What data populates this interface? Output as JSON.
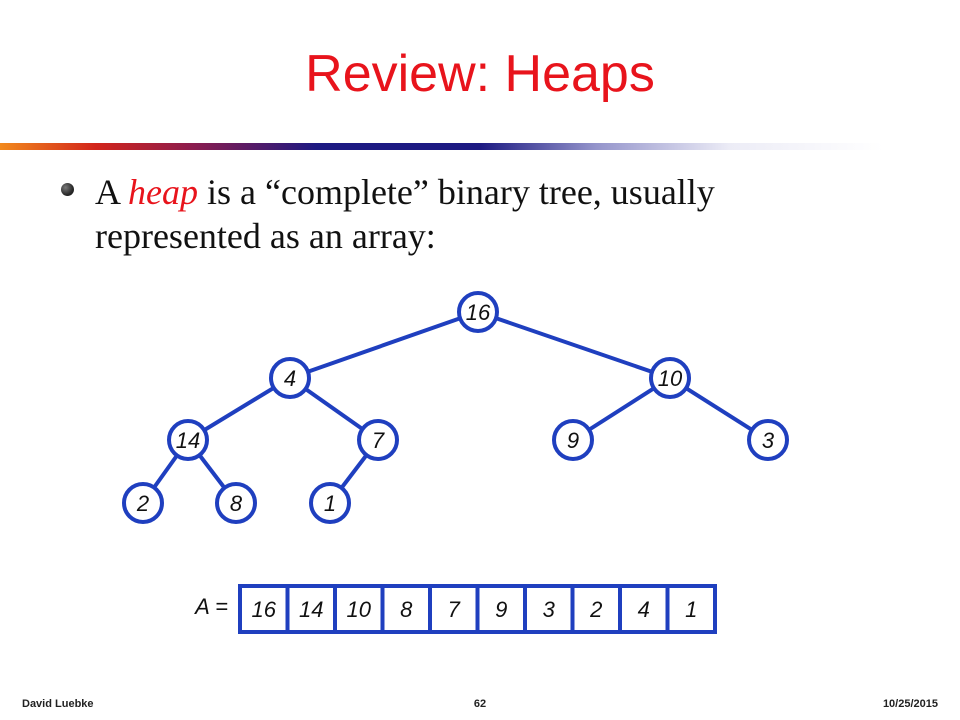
{
  "slide": {
    "title": "Review: Heaps",
    "bullet": {
      "prefix": "A ",
      "highlight": "heap",
      "middle": " is a “complete” binary tree, usually",
      "line2": "represented as an array:"
    },
    "footer": {
      "author": "David Luebke",
      "page": "62",
      "date": "10/25/2015"
    }
  },
  "colors": {
    "title": "#e8141c",
    "tree_stroke": "#1f3fbf",
    "node_fill": "#ffffff"
  },
  "tree": {
    "nodes": [
      "16",
      "4",
      "10",
      "14",
      "7",
      "9",
      "3",
      "2",
      "8",
      "1"
    ],
    "edges": [
      [
        0,
        1
      ],
      [
        0,
        2
      ],
      [
        1,
        3
      ],
      [
        1,
        4
      ],
      [
        2,
        5
      ],
      [
        2,
        6
      ],
      [
        3,
        7
      ],
      [
        3,
        8
      ],
      [
        4,
        9
      ]
    ]
  },
  "array": {
    "label": "A =",
    "values": [
      "16",
      "14",
      "10",
      "8",
      "7",
      "9",
      "3",
      "2",
      "4",
      "1"
    ]
  }
}
